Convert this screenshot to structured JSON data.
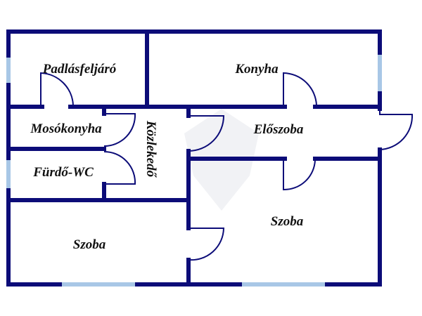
{
  "colors": {
    "wall": "#0c0c78",
    "window": "#a8c7e6",
    "label": "#111111",
    "background": "#ffffff"
  },
  "rooms": [
    {
      "id": "padlasfeljaro",
      "label": "Padlásfeljáró"
    },
    {
      "id": "konyha",
      "label": "Konyha"
    },
    {
      "id": "mosokonyha",
      "label": "Mosókonyha"
    },
    {
      "id": "kozlekedo",
      "label": "Közlekedő"
    },
    {
      "id": "eloszoba",
      "label": "Előszoba"
    },
    {
      "id": "furdo-wc",
      "label": "Fürdő-WC"
    },
    {
      "id": "szoba-left",
      "label": "Szoba"
    },
    {
      "id": "szoba-right",
      "label": "Szoba"
    }
  ]
}
